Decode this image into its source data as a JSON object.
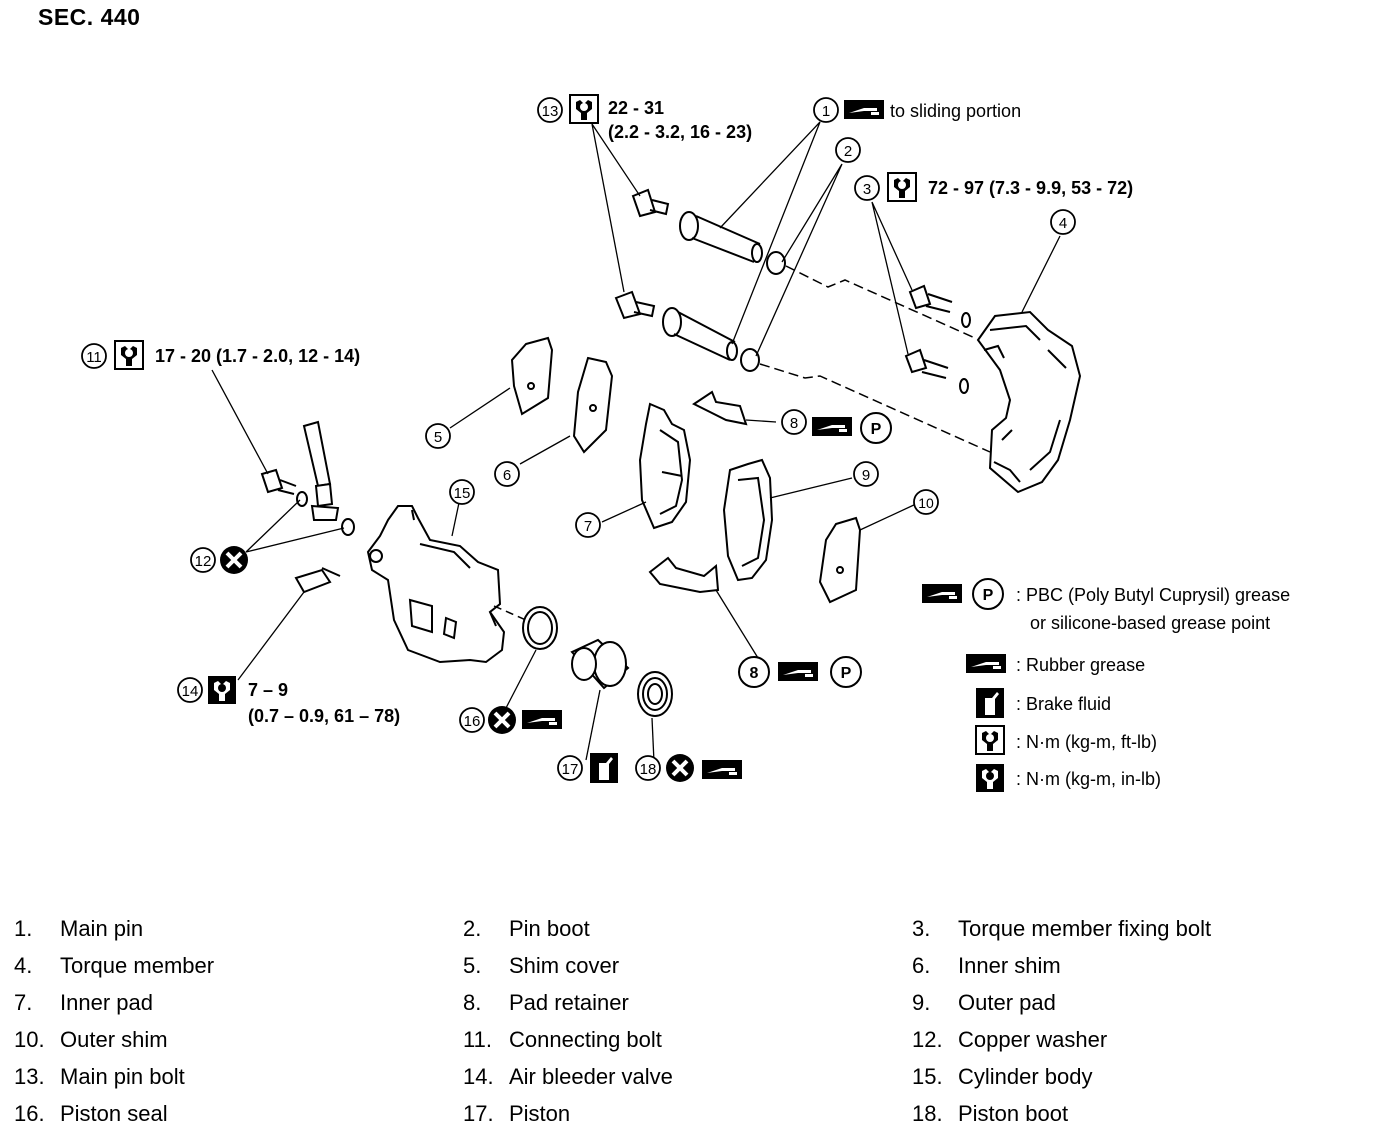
{
  "section": "SEC. 440",
  "callouts": {
    "c13": {
      "num": "13",
      "spec": "22 - 31",
      "spec2": "(2.2 - 3.2, 16 - 23)"
    },
    "c1": {
      "num": "1",
      "note": "to sliding portion"
    },
    "c2": {
      "num": "2"
    },
    "c3": {
      "num": "3",
      "spec": "72 - 97 (7.3 - 9.9, 53 - 72)"
    },
    "c4": {
      "num": "4"
    },
    "c11": {
      "num": "11",
      "spec": "17 - 20 (1.7 - 2.0, 12 - 14)"
    },
    "c5": {
      "num": "5"
    },
    "c6": {
      "num": "6"
    },
    "c7": {
      "num": "7"
    },
    "c8a": {
      "num": "8",
      "p": "P"
    },
    "c8b": {
      "num": "8",
      "p": "P"
    },
    "c9": {
      "num": "9"
    },
    "c10": {
      "num": "10"
    },
    "c12": {
      "num": "12"
    },
    "c14": {
      "num": "14",
      "spec": "7 – 9",
      "spec2": "(0.7 – 0.9, 61 – 78)"
    },
    "c15": {
      "num": "15"
    },
    "c16": {
      "num": "16"
    },
    "c17": {
      "num": "17"
    },
    "c18": {
      "num": "18"
    }
  },
  "legend": [
    {
      "icon": "pbc-grease-icon",
      "symbol": "P",
      "text": ": PBC (Poly Butyl Cuprysil) grease",
      "text2": "or silicone-based grease point"
    },
    {
      "icon": "rubber-grease-icon",
      "text": ": Rubber grease"
    },
    {
      "icon": "brake-fluid-icon",
      "text": ": Brake fluid"
    },
    {
      "icon": "torque-ftlb-icon",
      "text": ": N·m (kg-m, ft-lb)"
    },
    {
      "icon": "torque-inlb-icon",
      "text": ": N·m (kg-m, in-lb)"
    }
  ],
  "parts": [
    {
      "num": "1.",
      "name": "Main pin"
    },
    {
      "num": "2.",
      "name": "Pin boot"
    },
    {
      "num": "3.",
      "name": "Torque member fixing bolt"
    },
    {
      "num": "4.",
      "name": "Torque member"
    },
    {
      "num": "5.",
      "name": "Shim cover"
    },
    {
      "num": "6.",
      "name": "Inner shim"
    },
    {
      "num": "7.",
      "name": "Inner pad"
    },
    {
      "num": "8.",
      "name": "Pad retainer"
    },
    {
      "num": "9.",
      "name": "Outer pad"
    },
    {
      "num": "10.",
      "name": "Outer shim"
    },
    {
      "num": "11.",
      "name": "Connecting bolt"
    },
    {
      "num": "12.",
      "name": "Copper washer"
    },
    {
      "num": "13.",
      "name": "Main pin bolt"
    },
    {
      "num": "14.",
      "name": "Air bleeder valve"
    },
    {
      "num": "15.",
      "name": "Cylinder body"
    },
    {
      "num": "16.",
      "name": "Piston seal"
    },
    {
      "num": "17.",
      "name": "Piston"
    },
    {
      "num": "18.",
      "name": "Piston boot"
    }
  ]
}
